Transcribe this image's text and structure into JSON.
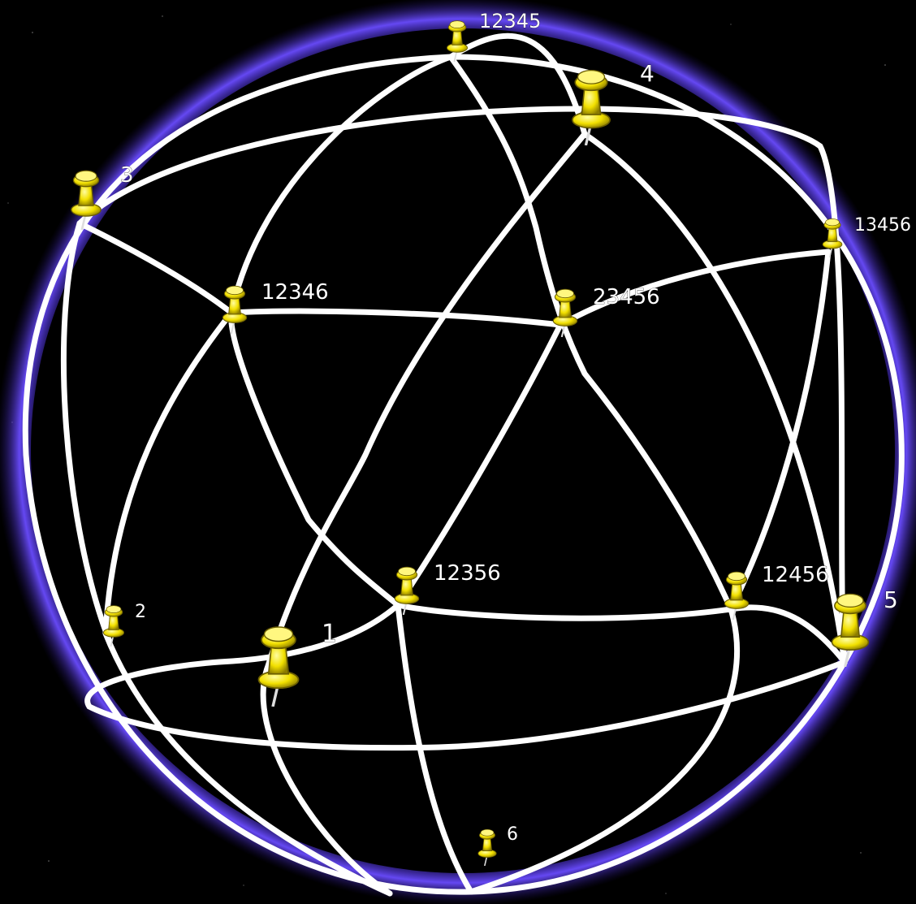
{
  "colors": {
    "background": "#000000",
    "glow": "#5a3cff",
    "line": "#ffffff",
    "pin": "#f5e400"
  },
  "pins": [
    {
      "id": "p12345",
      "label": "12345",
      "icon": "pushpin-icon"
    },
    {
      "id": "p4",
      "label": "4",
      "icon": "pushpin-icon"
    },
    {
      "id": "p3",
      "label": "3",
      "icon": "pushpin-icon"
    },
    {
      "id": "p13456",
      "label": "13456",
      "icon": "pushpin-icon"
    },
    {
      "id": "p12346",
      "label": "12346",
      "icon": "pushpin-icon"
    },
    {
      "id": "p23456",
      "label": "23456",
      "icon": "pushpin-icon"
    },
    {
      "id": "p12356",
      "label": "12356",
      "icon": "pushpin-icon"
    },
    {
      "id": "p12456",
      "label": "12456",
      "icon": "pushpin-icon"
    },
    {
      "id": "p5",
      "label": "5",
      "icon": "pushpin-icon"
    },
    {
      "id": "p2",
      "label": "2",
      "icon": "pushpin-icon"
    },
    {
      "id": "p1",
      "label": "1",
      "icon": "pushpin-icon"
    },
    {
      "id": "p6",
      "label": "6",
      "icon": "pushpin-icon"
    }
  ]
}
